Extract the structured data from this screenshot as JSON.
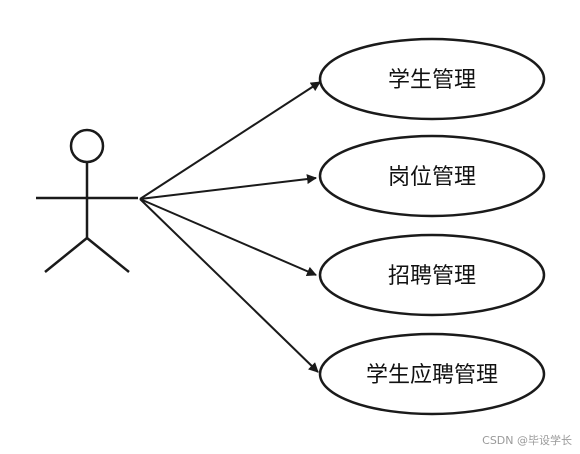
{
  "diagram": {
    "use_cases": [
      {
        "label": "学生管理"
      },
      {
        "label": "岗位管理"
      },
      {
        "label": "招聘管理"
      },
      {
        "label": "学生应聘管理"
      }
    ]
  },
  "watermark": "CSDN @毕设学长",
  "colors": {
    "stroke": "#1a1a1a",
    "background": "#ffffff",
    "watermark": "#9a9a9a"
  }
}
